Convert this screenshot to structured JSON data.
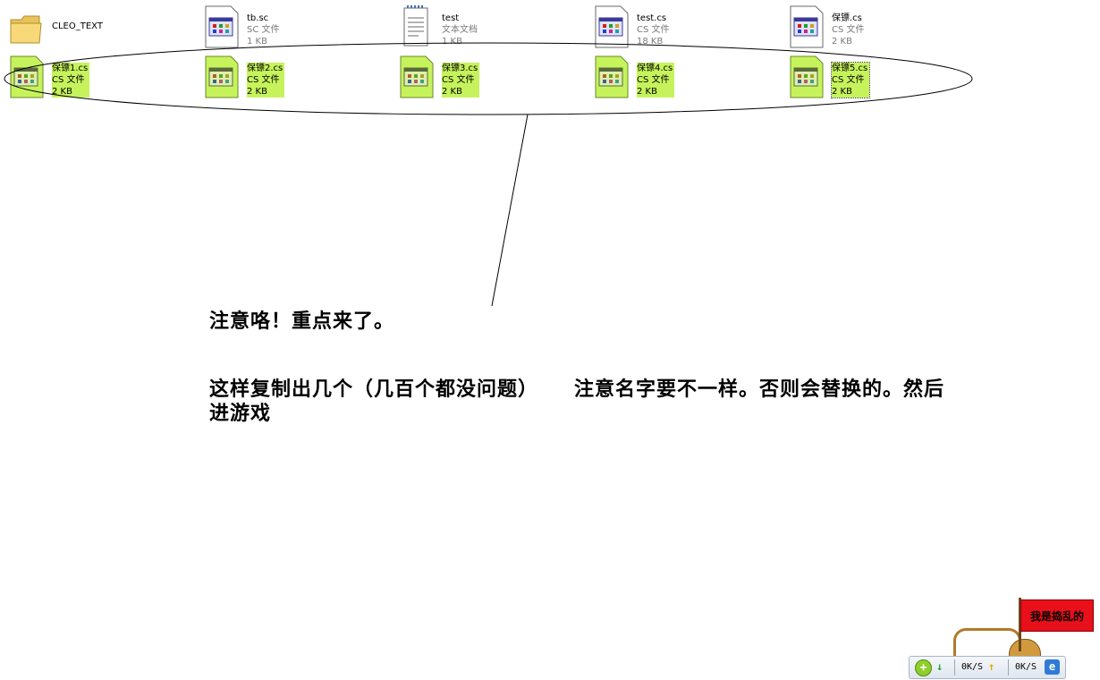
{
  "files_row1": [
    {
      "name": "CLEO_TEXT",
      "type": "",
      "size": "",
      "icon": "folder-icon"
    },
    {
      "name": "tb.sc",
      "type": "SC 文件",
      "size": "1 KB",
      "icon": "cs-file-icon"
    },
    {
      "name": "test",
      "type": "文本文档",
      "size": "1 KB",
      "icon": "text-document-icon"
    },
    {
      "name": "test.cs",
      "type": "CS 文件",
      "size": "18 KB",
      "icon": "cs-file-icon"
    },
    {
      "name": "保镖.cs",
      "type": "CS 文件",
      "size": "2 KB",
      "icon": "cs-file-icon"
    }
  ],
  "files_row2": [
    {
      "name": "保镖1.cs",
      "type": "CS 文件",
      "size": "2 KB",
      "icon": "cs-file-icon"
    },
    {
      "name": "保镖2.cs",
      "type": "CS 文件",
      "size": "2 KB",
      "icon": "cs-file-icon"
    },
    {
      "name": "保镖3.cs",
      "type": "CS 文件",
      "size": "2 KB",
      "icon": "cs-file-icon"
    },
    {
      "name": "保镖4.cs",
      "type": "CS 文件",
      "size": "2 KB",
      "icon": "cs-file-icon"
    },
    {
      "name": "保镖5.cs",
      "type": "CS 文件",
      "size": "2 KB",
      "icon": "cs-file-icon"
    }
  ],
  "annotation": {
    "note1": "注意咯！重点来了。",
    "note2_part1": "这样复制出几个（几百个都没问题）",
    "note2_part2": "注意名字要不一样。否则会替换的。然后进游戏"
  },
  "widget": {
    "flag_text": "我是捣乱的",
    "down_rate": "0K/S",
    "up_rate": "0K/S"
  },
  "colors": {
    "selection": "#c6f35c",
    "flag": "#e8101a"
  }
}
